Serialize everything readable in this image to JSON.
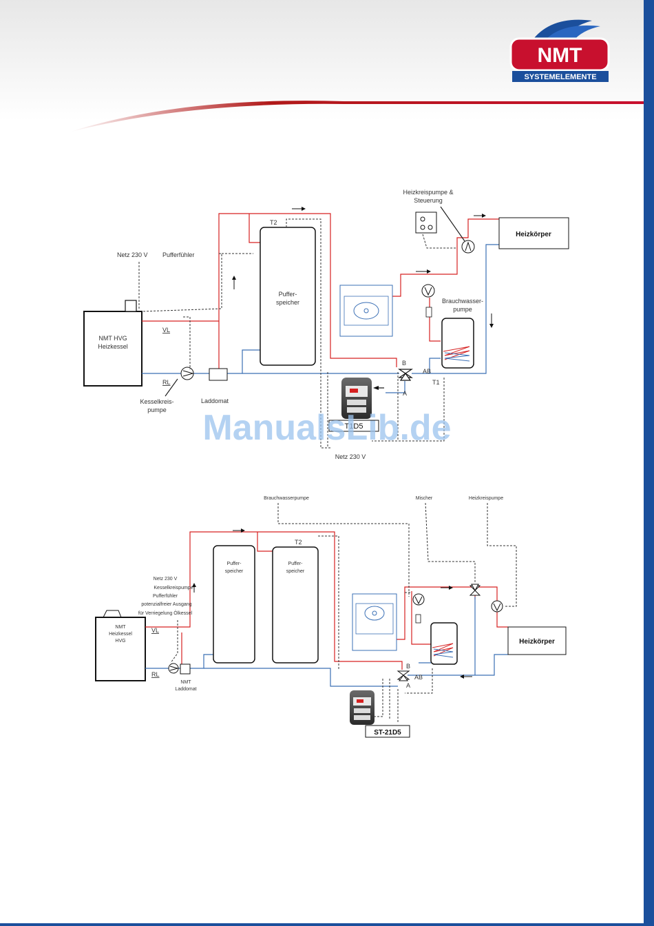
{
  "logo": {
    "brand": "NMT",
    "sub": "SYSTEMELEMENTE"
  },
  "watermark": "ManualsLib.de",
  "diagram1": {
    "netz_top": "Netz 230 V",
    "pufferfuehler": "Pufferfühler",
    "boiler": [
      "NMT HVG",
      "Heizkessel"
    ],
    "vl": "VL",
    "rl": "RL",
    "kesselkreispumpe": [
      "Kesselkreis-",
      "pumpe"
    ],
    "laddomat": "Laddomat",
    "puffer": [
      "Puffer-",
      "speicher"
    ],
    "t2": "T2",
    "heizkreispumpe": [
      "Heizkreispumpe &",
      "Steuerung"
    ],
    "heizkoerper": "Heizkörper",
    "brauchwasserpumpe": [
      "Brauchwasser-",
      "pumpe"
    ],
    "b": "B",
    "a": "A",
    "ab": "AB",
    "t1": "T1",
    "controller": "T1D5",
    "netz_bottom": "Netz 230 V"
  },
  "diagram2": {
    "brauchwasserpumpe": "Brauchwasserpumpe",
    "mischer": "Mischer",
    "heizkreispumpe": "Heizkreispumpe",
    "netz_block": [
      "Netz 230 V",
      "Kesselkreispumpe",
      "Pufferfühler",
      "potenzialfreier Ausgang",
      "für Verriegelung Ölkessel"
    ],
    "boiler": [
      "NMT",
      "Heizkessel",
      "HVG"
    ],
    "vl": "VL",
    "rl": "RL",
    "laddomat": [
      "NMT",
      "Laddomat"
    ],
    "puffer1": [
      "Puffer-",
      "speicher"
    ],
    "puffer2": [
      "Puffer-",
      "speicher"
    ],
    "t2": "T2",
    "heizkoerper": "Heizkörper",
    "b": "B",
    "a": "A",
    "ab": "AB",
    "controller": "ST-21D5"
  },
  "colors": {
    "red_line": "#d62020",
    "blue_line": "#3a6fb5",
    "accent_red": "#c8102e",
    "sidebar_blue": "#1b4f9c"
  }
}
